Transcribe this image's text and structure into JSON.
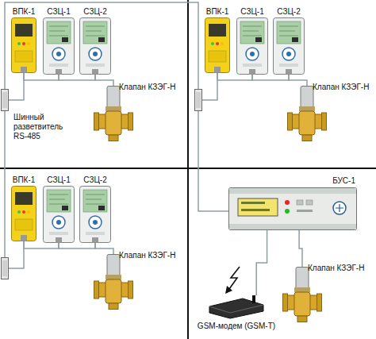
{
  "diagram": {
    "nodes": [
      {
        "text": [
          "ВПК-1"
        ]
      },
      {
        "text": [
          "СЗЦ-1"
        ]
      },
      {
        "text": [
          "СЗЦ-2"
        ]
      },
      {
        "text": [
          "Клапан КЗЭГ-Н"
        ]
      },
      {
        "text": [
          "Шинный разветвитель RS-485"
        ]
      },
      {
        "text": [
          "ВПК-1"
        ]
      },
      {
        "text": [
          "СЗЦ-1"
        ]
      },
      {
        "text": [
          "СЗЦ-2"
        ]
      },
      {
        "text": [
          "Клапан КЗЭГ-Н"
        ]
      },
      {
        "text": [
          "ВПК-1"
        ]
      },
      {
        "text": [
          "СЗЦ-1"
        ]
      },
      {
        "text": [
          "СЗЦ-2"
        ]
      },
      {
        "text": [
          "Клапан КЗЭГ-Н"
        ]
      },
      {
        "text": [
          "БУС-1"
        ]
      },
      {
        "text": [
          "Клапан КЗЭГ-Н"
        ]
      },
      {
        "text": [
          "GSM-модем (GSM-T)"
        ]
      }
    ],
    "edges": [
      {
        "from": 0,
        "to": 1,
        "arrow": "none"
      },
      {
        "from": 1,
        "to": 2,
        "arrow": "none"
      },
      {
        "from": 2,
        "to": 3,
        "arrow": "none"
      },
      {
        "from": 0,
        "to": 4,
        "arrow": "none"
      },
      {
        "from": 5,
        "to": 6,
        "arrow": "none"
      },
      {
        "from": 6,
        "to": 7,
        "arrow": "none"
      },
      {
        "from": 7,
        "to": 8,
        "arrow": "none"
      },
      {
        "from": 9,
        "to": 10,
        "arrow": "none"
      },
      {
        "from": 10,
        "to": 11,
        "arrow": "none"
      },
      {
        "from": 11,
        "to": 12,
        "arrow": "none"
      },
      {
        "from": 13,
        "to": 14,
        "arrow": "none"
      },
      {
        "from": 13,
        "to": 15,
        "arrow": "none"
      }
    ]
  }
}
